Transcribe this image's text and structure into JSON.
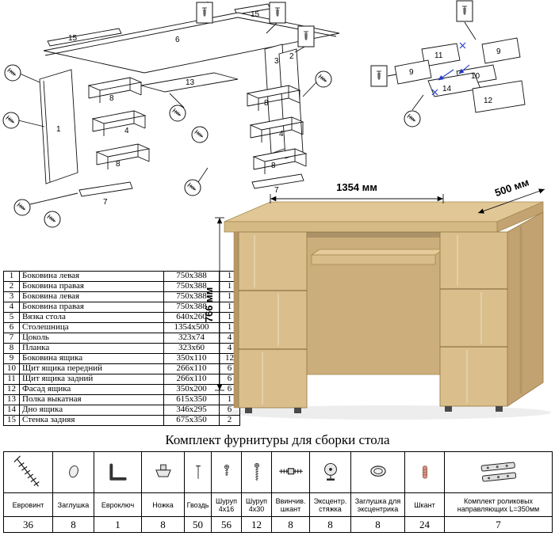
{
  "diagram_left": {
    "labels": [
      "15",
      "6",
      "15",
      "3",
      "2",
      "1",
      "13",
      "8",
      "4",
      "8",
      "8",
      "4",
      "8",
      "7",
      "7"
    ]
  },
  "diagram_right": {
    "labels": [
      "11",
      "9",
      "9",
      "10",
      "14",
      "12"
    ]
  },
  "parts_table": {
    "rows": [
      {
        "num": "1",
        "name": "Боковина левая",
        "size": "750x388",
        "qty": "1"
      },
      {
        "num": "2",
        "name": "Боковина правая",
        "size": "750x388",
        "qty": "1"
      },
      {
        "num": "3",
        "name": "Боковина левая",
        "size": "750x388",
        "qty": "1"
      },
      {
        "num": "4",
        "name": "Боковина правая",
        "size": "750x388",
        "qty": "1"
      },
      {
        "num": "5",
        "name": "Вязка стола",
        "size": "640x260",
        "qty": "1"
      },
      {
        "num": "6",
        "name": "Столешница",
        "size": "1354x500",
        "qty": "1"
      },
      {
        "num": "7",
        "name": "Цоколь",
        "size": "323x74",
        "qty": "4"
      },
      {
        "num": "8",
        "name": "Планка",
        "size": "323x60",
        "qty": "4"
      },
      {
        "num": "9",
        "name": "Боковина ящика",
        "size": "350x110",
        "qty": "12"
      },
      {
        "num": "10",
        "name": "Щит ящика передний",
        "size": "266x110",
        "qty": "6"
      },
      {
        "num": "11",
        "name": "Щит ящика задний",
        "size": "266x110",
        "qty": "6"
      },
      {
        "num": "12",
        "name": "Фасад ящика",
        "size": "350x200",
        "qty": "6"
      },
      {
        "num": "13",
        "name": "Полка выкатная",
        "size": "615x350",
        "qty": "1"
      },
      {
        "num": "14",
        "name": "Дно ящика",
        "size": "346x295",
        "qty": "6"
      },
      {
        "num": "15",
        "name": "Стенка задняя",
        "size": "675x350",
        "qty": "2"
      }
    ]
  },
  "desk": {
    "dim_width": "1354 мм",
    "dim_depth": "500 мм",
    "dim_height": "766 мм"
  },
  "hardware": {
    "title": "Комплект фурнитуры для сборки стола",
    "items": [
      {
        "name": "Евровинт",
        "qty": "36",
        "icon": "euro-screw-icon"
      },
      {
        "name": "Заглушка",
        "qty": "8",
        "icon": "cap-icon"
      },
      {
        "name": "Евроключ",
        "qty": "1",
        "icon": "hex-key-icon"
      },
      {
        "name": "Ножка",
        "qty": "8",
        "icon": "foot-icon"
      },
      {
        "name": "Гвоздь",
        "qty": "50",
        "icon": "nail-icon"
      },
      {
        "name": "Шуруп 4x16",
        "qty": "56",
        "icon": "screw-short-icon"
      },
      {
        "name": "Шуруп 4x30",
        "qty": "12",
        "icon": "screw-long-icon"
      },
      {
        "name": "Ввинчив. шкант",
        "qty": "8",
        "icon": "dowel-screw-icon"
      },
      {
        "name": "Эксцентр. стяжка",
        "qty": "8",
        "icon": "cam-lock-icon"
      },
      {
        "name": "Заглушка для эксцентрика",
        "qty": "8",
        "icon": "cam-cap-icon"
      },
      {
        "name": "Шкант",
        "qty": "24",
        "icon": "dowel-icon"
      },
      {
        "name": "Комплект роликовых направляющих L=350мм",
        "qty": "7",
        "icon": "roller-slides-icon"
      }
    ]
  }
}
